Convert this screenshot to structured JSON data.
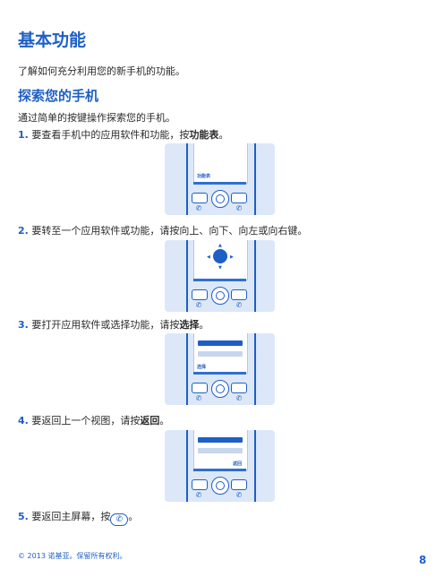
{
  "title": "基本功能",
  "intro": "了解如何充分利用您的新手机的功能。",
  "section": {
    "heading": "探索您的手机",
    "subtitle": "通过简单的按键操作探索您的手机。"
  },
  "steps": [
    {
      "num": "1.",
      "text": " 要查看手机中的应用软件和功能，按",
      "bold": "功能表",
      "end": "。",
      "screen_label": "功能表"
    },
    {
      "num": "2.",
      "text": " 要转至一个应用软件或功能，请按向上、向下、向左或向右键。",
      "bold": "",
      "end": ""
    },
    {
      "num": "3.",
      "text": " 要打开应用软件或选择功能，请按",
      "bold": "选择",
      "end": "。",
      "screen_label": "选择"
    },
    {
      "num": "4.",
      "text": " 要返回上一个视图，请按",
      "bold": "返回",
      "end": "。",
      "screen_label": "返回"
    },
    {
      "num": "5.",
      "text": " 要返回主屏幕，按",
      "bold": "",
      "end": "。"
    }
  ],
  "footer": {
    "copyright": "© 2013 诺基亚。保留所有权利。",
    "page": "8"
  },
  "colors": {
    "accent": "#1e5fc6"
  }
}
